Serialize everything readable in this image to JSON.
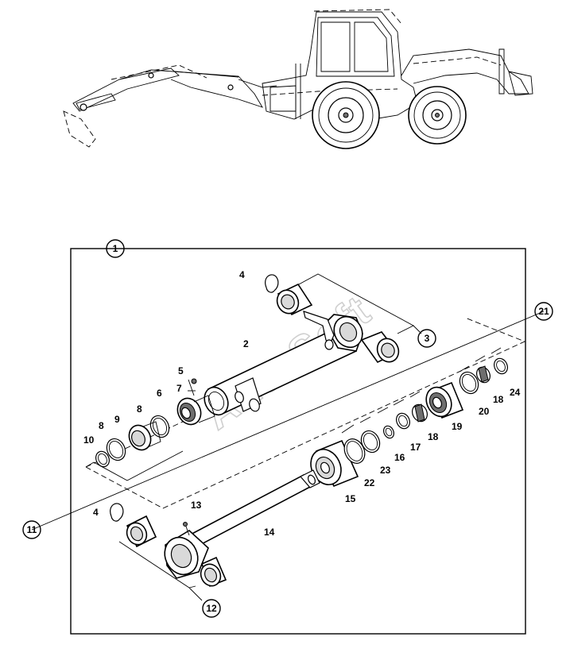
{
  "watermark": "AutoSoft",
  "callouts": {
    "c1": "1",
    "c3": "3",
    "c11": "11",
    "c12": "12",
    "c21": "21"
  },
  "labels": {
    "l2": "2",
    "l4a": "4",
    "l4b": "4",
    "l5": "5",
    "l6": "6",
    "l7": "7",
    "l8a": "8",
    "l8b": "8",
    "l9": "9",
    "l10": "10",
    "l13": "13",
    "l14": "14",
    "l15": "15",
    "l16": "16",
    "l17": "17",
    "l18a": "18",
    "l18b": "18",
    "l19": "19",
    "l20": "20",
    "l22": "22",
    "l23": "23",
    "l24": "24"
  }
}
